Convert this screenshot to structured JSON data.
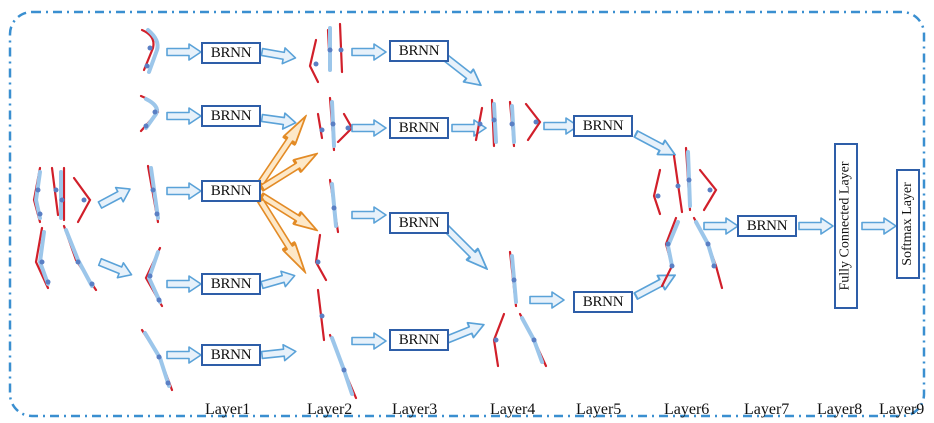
{
  "diagram": {
    "brnn_label": "BRNN",
    "fully_connected_label": "Fully Connected Layer",
    "softmax_label": "Softmax Layer",
    "layers": [
      "Layer1",
      "Layer2",
      "Layer3",
      "Layer4",
      "Layer5",
      "Layer6",
      "Layer7",
      "Layer8",
      "Layer9"
    ],
    "colors": {
      "border": "#3a8fd0",
      "box_border": "#2e5ea8",
      "skeleton_outline": "#d11f2a",
      "skeleton_joint": "#5a7fc4",
      "arrow_blue": "#6fb0df",
      "arrow_orange": "#e69a3c"
    }
  }
}
